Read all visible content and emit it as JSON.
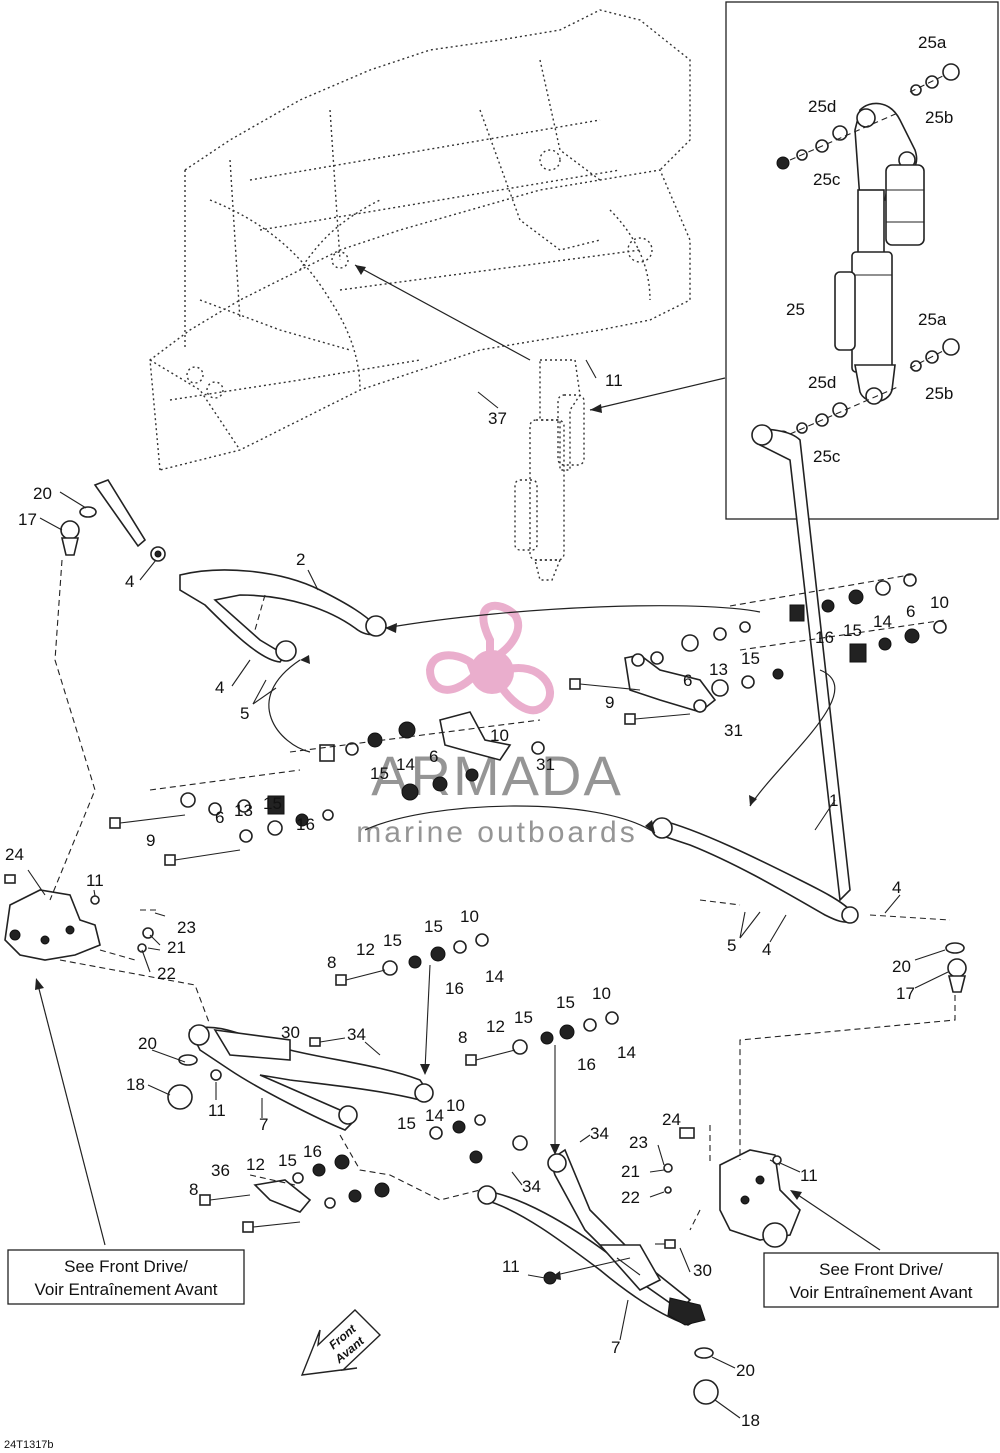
{
  "diagram": {
    "drawing_number": "24T1317b",
    "front_arrow_label": [
      "Front",
      "Avant"
    ],
    "reference_boxes": [
      {
        "line1": "See Front Drive/",
        "line2": "Voir Entraînement Avant"
      },
      {
        "line1": "See Front Drive/",
        "line2": "Voir Entraînement Avant"
      }
    ],
    "watermark": {
      "brand": "ARMADA",
      "tagline": "marine outboards"
    },
    "colors": {
      "watermark_pink": "#e8a6c8",
      "line": "#222222"
    },
    "callouts": [
      "25a",
      "25d",
      "25b",
      "25c",
      "25",
      "25a",
      "25d",
      "25b",
      "25c",
      "11",
      "37",
      "20",
      "17",
      "4",
      "2",
      "4",
      "5",
      "6",
      "10",
      "16",
      "15",
      "14",
      "13",
      "15",
      "6",
      "9",
      "31",
      "10",
      "6",
      "14",
      "15",
      "31",
      "6",
      "13",
      "15",
      "16",
      "9",
      "1",
      "4",
      "5",
      "4",
      "20",
      "17",
      "24",
      "11",
      "23",
      "21",
      "22",
      "10",
      "15",
      "12",
      "15",
      "8",
      "16",
      "14",
      "15",
      "10",
      "12",
      "15",
      "8",
      "16",
      "14",
      "20",
      "30",
      "34",
      "18",
      "11",
      "7",
      "10",
      "14",
      "15",
      "16",
      "15",
      "12",
      "36",
      "8",
      "34",
      "34",
      "24",
      "23",
      "21",
      "22",
      "11",
      "11",
      "30",
      "7",
      "20",
      "18"
    ]
  }
}
